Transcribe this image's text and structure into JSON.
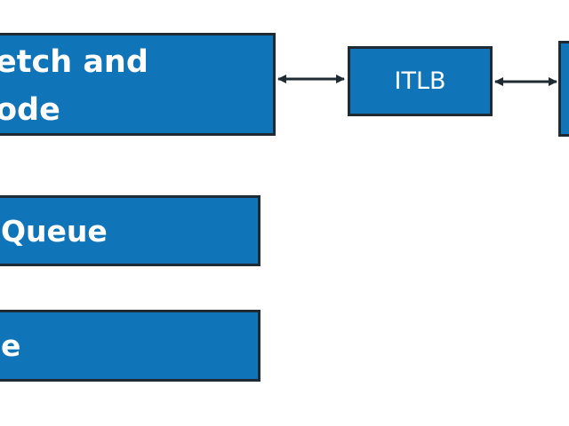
{
  "diagram": {
    "background": "#ffffff",
    "block_fill": "#0f74b8",
    "block_border": "#1f2a33",
    "text_color": "#ffffff",
    "arrow_color": "#1f2a33",
    "blocks": {
      "fetch_decode": {
        "line1": "etch and",
        "line2": "ode"
      },
      "itlb": {
        "label": "ITLB"
      },
      "queue": {
        "label": "Queue"
      },
      "bottom": {
        "label": "e"
      }
    },
    "connections": [
      {
        "from": "fetch_decode",
        "to": "itlb",
        "direction": "bidirectional"
      },
      {
        "from": "itlb",
        "to": "right_block",
        "direction": "bidirectional"
      }
    ]
  }
}
